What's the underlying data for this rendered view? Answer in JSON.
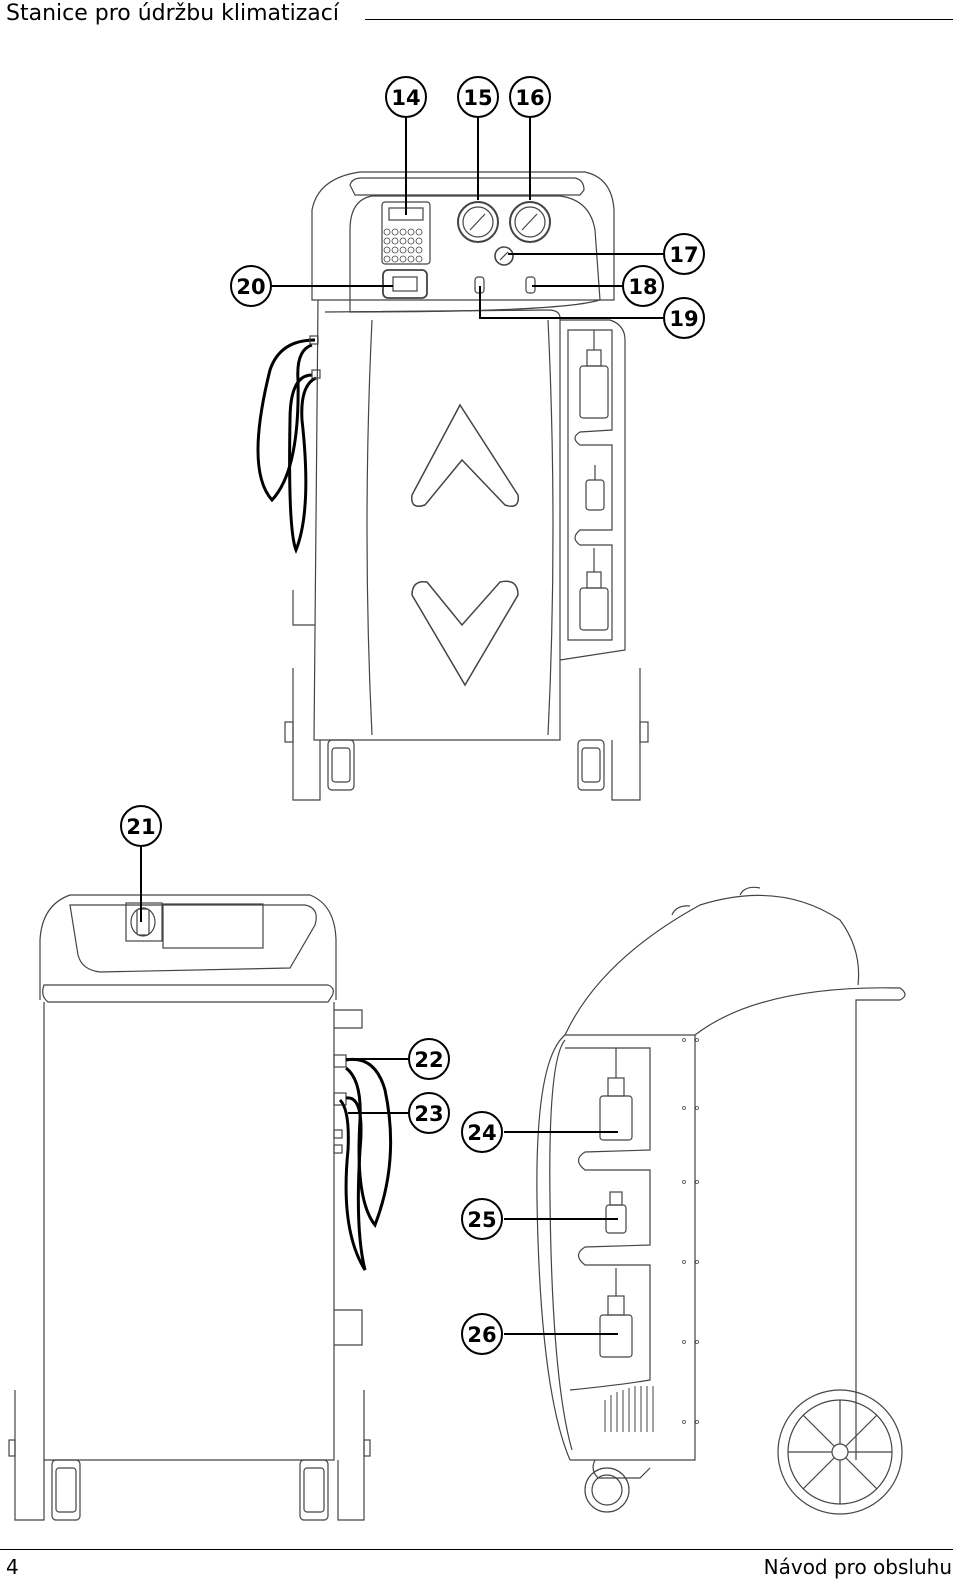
{
  "header": {
    "title": "Stanice pro údržbu klimatizací"
  },
  "footer": {
    "page_number": "4",
    "document_name": "Návod pro obsluhu"
  },
  "callouts": {
    "c14": "14",
    "c15": "15",
    "c16": "16",
    "c17": "17",
    "c18": "18",
    "c19": "19",
    "c20": "20",
    "c21": "21",
    "c22": "22",
    "c23": "23",
    "c24": "24",
    "c25": "25",
    "c26": "26"
  }
}
